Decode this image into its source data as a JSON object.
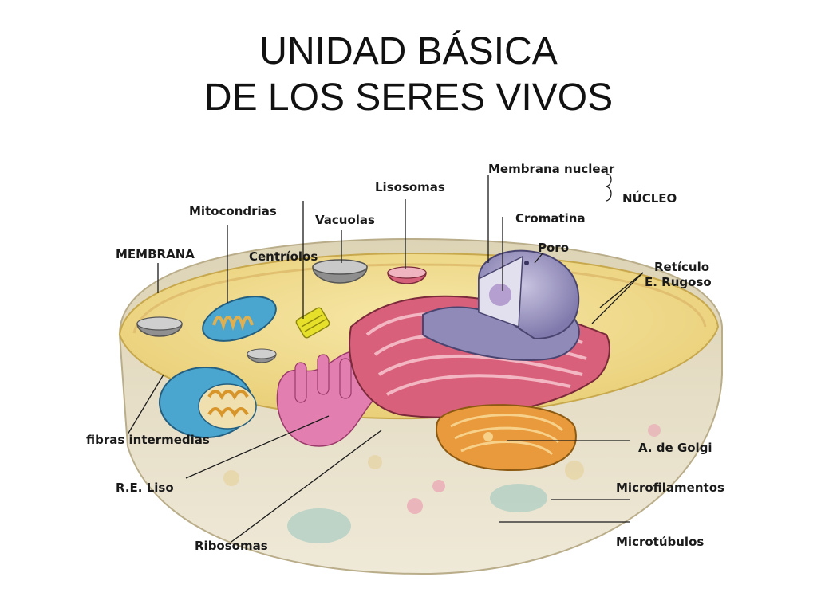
{
  "title": {
    "line1": "UNIDAD BÁSICA",
    "line2": "DE LOS SERES VIVOS"
  },
  "labels": {
    "membrana_nuclear": "Membrana nuclear",
    "lisosomas": "Lisosomas",
    "nucleo": "NÚCLEO",
    "mitocondrias": "Mitocondrias",
    "vacuolas": "Vacuolas",
    "cromatina": "Cromatina",
    "membrana": "MEMBRANA",
    "centriolos": "Centríolos",
    "poro": "Poro",
    "reticulo_1": "Retículo",
    "reticulo_2": "E. Rugoso",
    "fibras": "fibras intermedias",
    "golgi": "A. de Golgi",
    "re_liso": "R.E. Liso",
    "microfilamentos": "Microfilamentos",
    "ribosomas": "Ribosomas",
    "microtubulos": "Microtúbulos"
  },
  "colors": {
    "cytoplasm": "#f2dc8a",
    "outer_wall": "#d8ceb0",
    "er": "#d9607a",
    "nucleus": "#8f8ab8",
    "mitochondria": "#4aa6cf",
    "golgi": "#e89a3c",
    "centriole": "#e6e02a"
  }
}
